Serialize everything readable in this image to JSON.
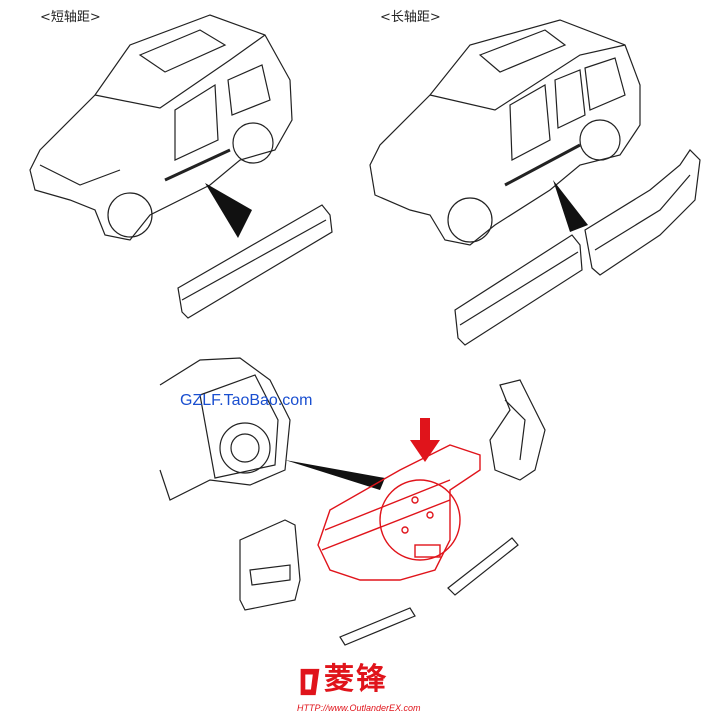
{
  "labels": {
    "short_wheelbase": "<短轴距>",
    "long_wheelbase": "<长轴距>"
  },
  "watermark": "GZLF.TaoBao.com",
  "logo": {
    "name": "菱锋",
    "url": "HTTP://www.OutlanderEX.com"
  },
  "colors": {
    "highlight": "#e0141b",
    "watermark": "#1a4fd0",
    "line": "#222222"
  }
}
